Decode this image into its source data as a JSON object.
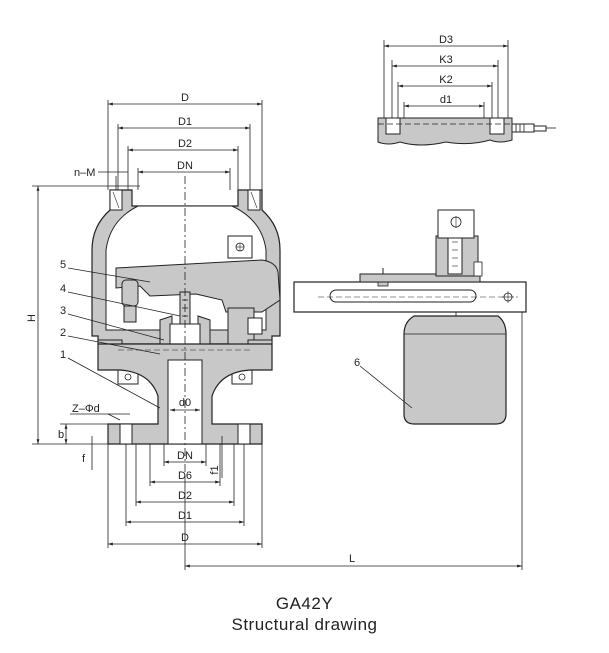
{
  "caption": {
    "model": "GA42Y",
    "subtitle": "Structural drawing"
  },
  "dimensions_top": {
    "D": "D",
    "D1": "D1",
    "D2": "D2",
    "DN": "DN",
    "nM": "n–M"
  },
  "dimensions_inset": {
    "D3": "D3",
    "K3": "K3",
    "K2": "K2",
    "d1": "d1"
  },
  "dimensions_bottom": {
    "DN": "DN",
    "D6": "D6",
    "D2": "D2",
    "D1": "D1",
    "D": "D",
    "L": "L"
  },
  "dimensions_side": {
    "H": "H",
    "b": "b",
    "f": "f",
    "f1": "f1",
    "ZPhid": "Z–Φd",
    "d0": "d0"
  },
  "callouts": [
    "1",
    "2",
    "3",
    "4",
    "5",
    "6"
  ],
  "colors": {
    "body_fill": "#c8c8c8",
    "line": "#222222",
    "background": "#ffffff"
  }
}
